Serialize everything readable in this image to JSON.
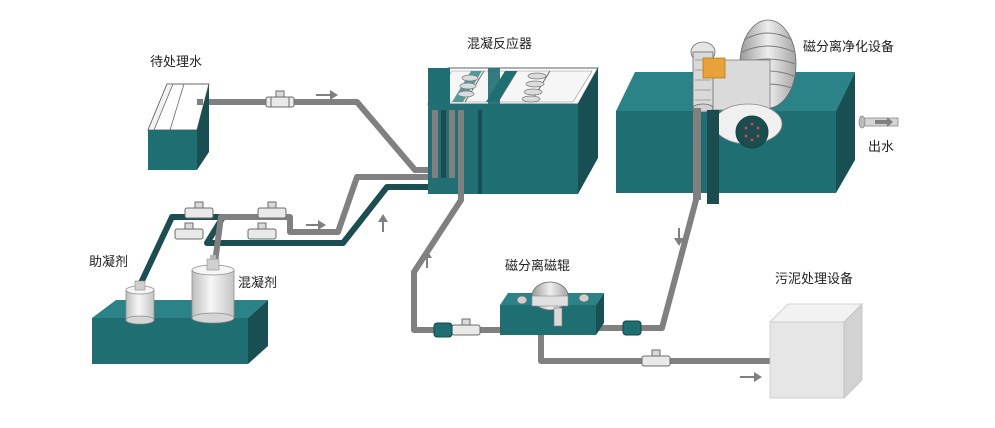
{
  "labels": {
    "raw_water": "待处理水",
    "reactor": "混凝反应器",
    "magnetic_purifier": "磁分离净化设备",
    "outlet": "出水",
    "coagulant_aid": "助凝剂",
    "coagulant": "混凝剂",
    "magnetic_drum": "磁分离磁辊",
    "sludge_equipment": "污泥处理设备"
  },
  "colors": {
    "teal": "#1f6e72",
    "teal_dark": "#174f52",
    "pipe_gray": "#7d7d7d",
    "pipe_teal": "#1b4c50",
    "equipment_white": "#e8e8e8",
    "accent_orange": "#e7a23a"
  }
}
